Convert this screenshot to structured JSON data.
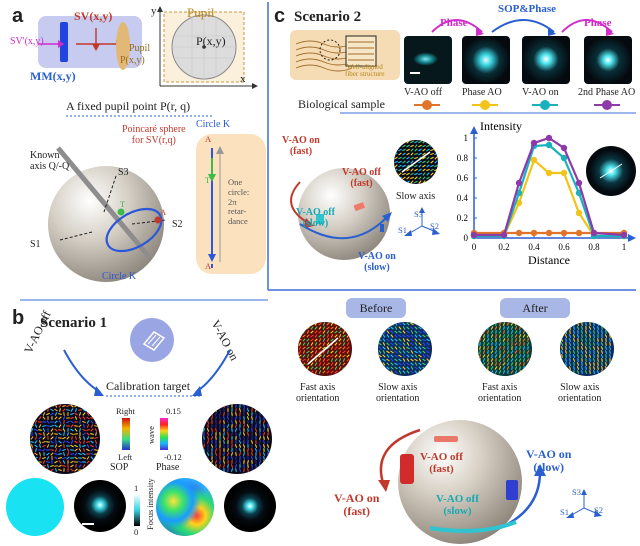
{
  "panel_a": {
    "letter": "a",
    "sv": "SV(x,y)",
    "sv_prime": "SV'(x,y)",
    "mm": "MM(x,y)",
    "pupil_label": "Pupil",
    "pupil_p": "P(x,y)",
    "pupil_title": "Pupil",
    "pupil_point": "P(x,y)",
    "axis_x": "x",
    "axis_y": "y",
    "fixed_point": "A fixed pupil point P(r, q)",
    "poincare": "Poincaré sphere\nfor SV(r,q)",
    "known_axis": "Known\naxis Q/-Q",
    "s3": "S3",
    "s1": "S1",
    "s2": "S2",
    "t": "T",
    "a": "A",
    "circle_k": "Circle K",
    "circle_k_box": "Circle K",
    "box_a_top": "A",
    "box_t": "T",
    "box_a_bottom": "A",
    "one_circle": "One\ncircle:\n2π\nretar-\ndance"
  },
  "panel_b": {
    "letter": "b",
    "title": "Scenario 1",
    "vao_off": "V-AO off",
    "vao_on": "V-AO on",
    "calib": "Calibration target",
    "right": "Right",
    "left": "Left",
    "sop": "SOP",
    "wave_top": "0.15",
    "wave_label": "wave",
    "wave_bottom": "-0.12",
    "phase": "Phase",
    "focus_intensity": "Focus intensity",
    "focus_zero": "0",
    "focus_one": "1"
  },
  "panel_c": {
    "letter": "c",
    "title": "Scenario 2",
    "bio_sample": "Biological sample",
    "aligned": "Well-aligned\nfiber structure",
    "phase_arrow_1": "Phase",
    "sop_phase": "SOP&Phase",
    "phase_arrow_2": "Phase",
    "legend": [
      {
        "label": "V-AO off",
        "color": "#e0742b"
      },
      {
        "label": "Phase AO",
        "color": "#f2c419"
      },
      {
        "label": "V-AO on",
        "color": "#17b2be"
      },
      {
        "label": "2nd Phase AO",
        "color": "#8e3aa8"
      }
    ],
    "vao_on_fast": "V-AO on\n(fast)",
    "vao_off_fast": "V-AO off\n(fast)",
    "vao_off_slow": "V-AO off\n(slow)",
    "vao_on_slow": "V-AO on\n(slow)",
    "slow_axis": "Slow axis",
    "s1": "S1",
    "s2": "S2",
    "s3": "S3",
    "before": "Before",
    "after": "After",
    "fast_orient_1": "Fast axis\norientation",
    "slow_orient_1": "Slow axis\norientation",
    "fast_orient_2": "Fast axis\norientation",
    "slow_orient_2": "Slow axis\norientation",
    "big_vao_off_fast": "V-AO off\n(fast)",
    "big_vao_on_slow": "V-AO on\n(slow)",
    "big_vao_on_fast": "V-AO on\n(fast)",
    "big_vao_off_slow": "V-AO off\n(slow)"
  },
  "chart_data": {
    "type": "line",
    "title": "Intensity",
    "xlabel": "Distance",
    "ylabel": "",
    "xlim": [
      0,
      1
    ],
    "ylim": [
      0,
      1
    ],
    "x_ticks": [
      0,
      0.2,
      0.4,
      0.6,
      0.8,
      1
    ],
    "y_ticks": [
      0,
      0.2,
      0.4,
      0.6,
      0.8,
      1
    ],
    "x": [
      0,
      0.2,
      0.3,
      0.4,
      0.5,
      0.6,
      0.7,
      0.8,
      1
    ],
    "series": [
      {
        "name": "V-AO off",
        "color": "#e0742b",
        "values": [
          0.05,
          0.05,
          0.05,
          0.05,
          0.05,
          0.05,
          0.05,
          0.05,
          0.05
        ]
      },
      {
        "name": "Phase AO",
        "color": "#f2c419",
        "values": [
          0.02,
          0.02,
          0.35,
          0.78,
          0.65,
          0.65,
          0.25,
          0.02,
          0.02
        ]
      },
      {
        "name": "V-AO on",
        "color": "#17b2be",
        "values": [
          0.02,
          0.02,
          0.45,
          0.92,
          0.93,
          0.8,
          0.45,
          0.02,
          0.02
        ]
      },
      {
        "name": "2nd Phase AO",
        "color": "#8e3aa8",
        "values": [
          0.03,
          0.03,
          0.55,
          0.95,
          1.0,
          0.9,
          0.55,
          0.05,
          0.03
        ]
      }
    ]
  }
}
